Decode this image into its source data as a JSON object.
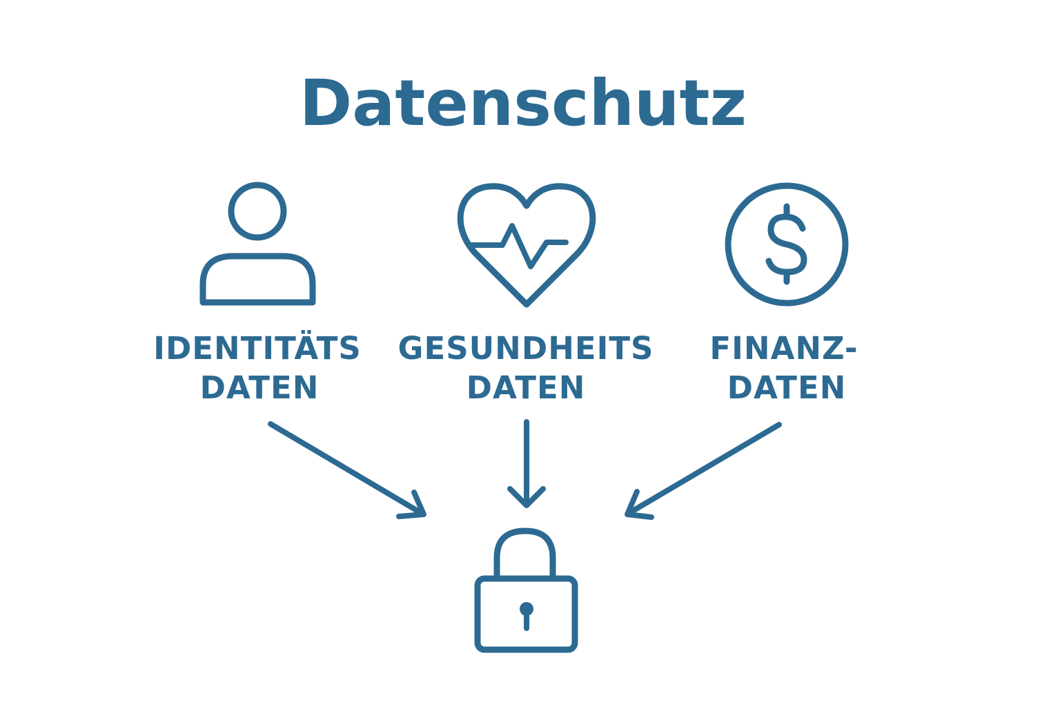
{
  "colors": {
    "primary": "#2c6a92",
    "background": "#ffffff"
  },
  "title": "Datenschutz",
  "categories": [
    {
      "icon": "person-icon",
      "line1": "IDENTITÄTS",
      "line2": "DATEN"
    },
    {
      "icon": "heart-pulse-icon",
      "line1": "GESUNDHEITS",
      "line2": "DATEN"
    },
    {
      "icon": "dollar-coin-icon",
      "line1": "FINANZ-",
      "line2": "DATEN"
    }
  ],
  "target": {
    "icon": "padlock-icon"
  }
}
